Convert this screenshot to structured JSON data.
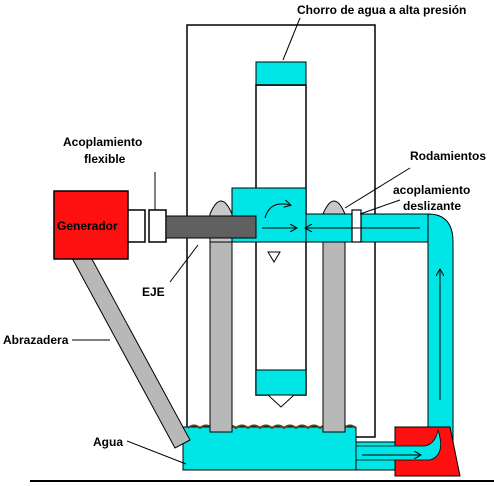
{
  "labels": {
    "top_jet": "Chorro de agua a alta presión",
    "flexible_coupling_line1": "Acoplamiento",
    "flexible_coupling_line2": "flexible",
    "bearings": "Rodamientos",
    "sliding_coupling_line1": "acoplamiento",
    "sliding_coupling_line2": "deslizante",
    "generator": "Generador",
    "shaft": "EJE",
    "clamp": "Abrazadera",
    "water": "Agua"
  },
  "colors": {
    "water": "#00e6e6",
    "generator": "#ff1010",
    "shaft": "#606060",
    "support": "#b8b8b8",
    "outline": "#000000"
  }
}
